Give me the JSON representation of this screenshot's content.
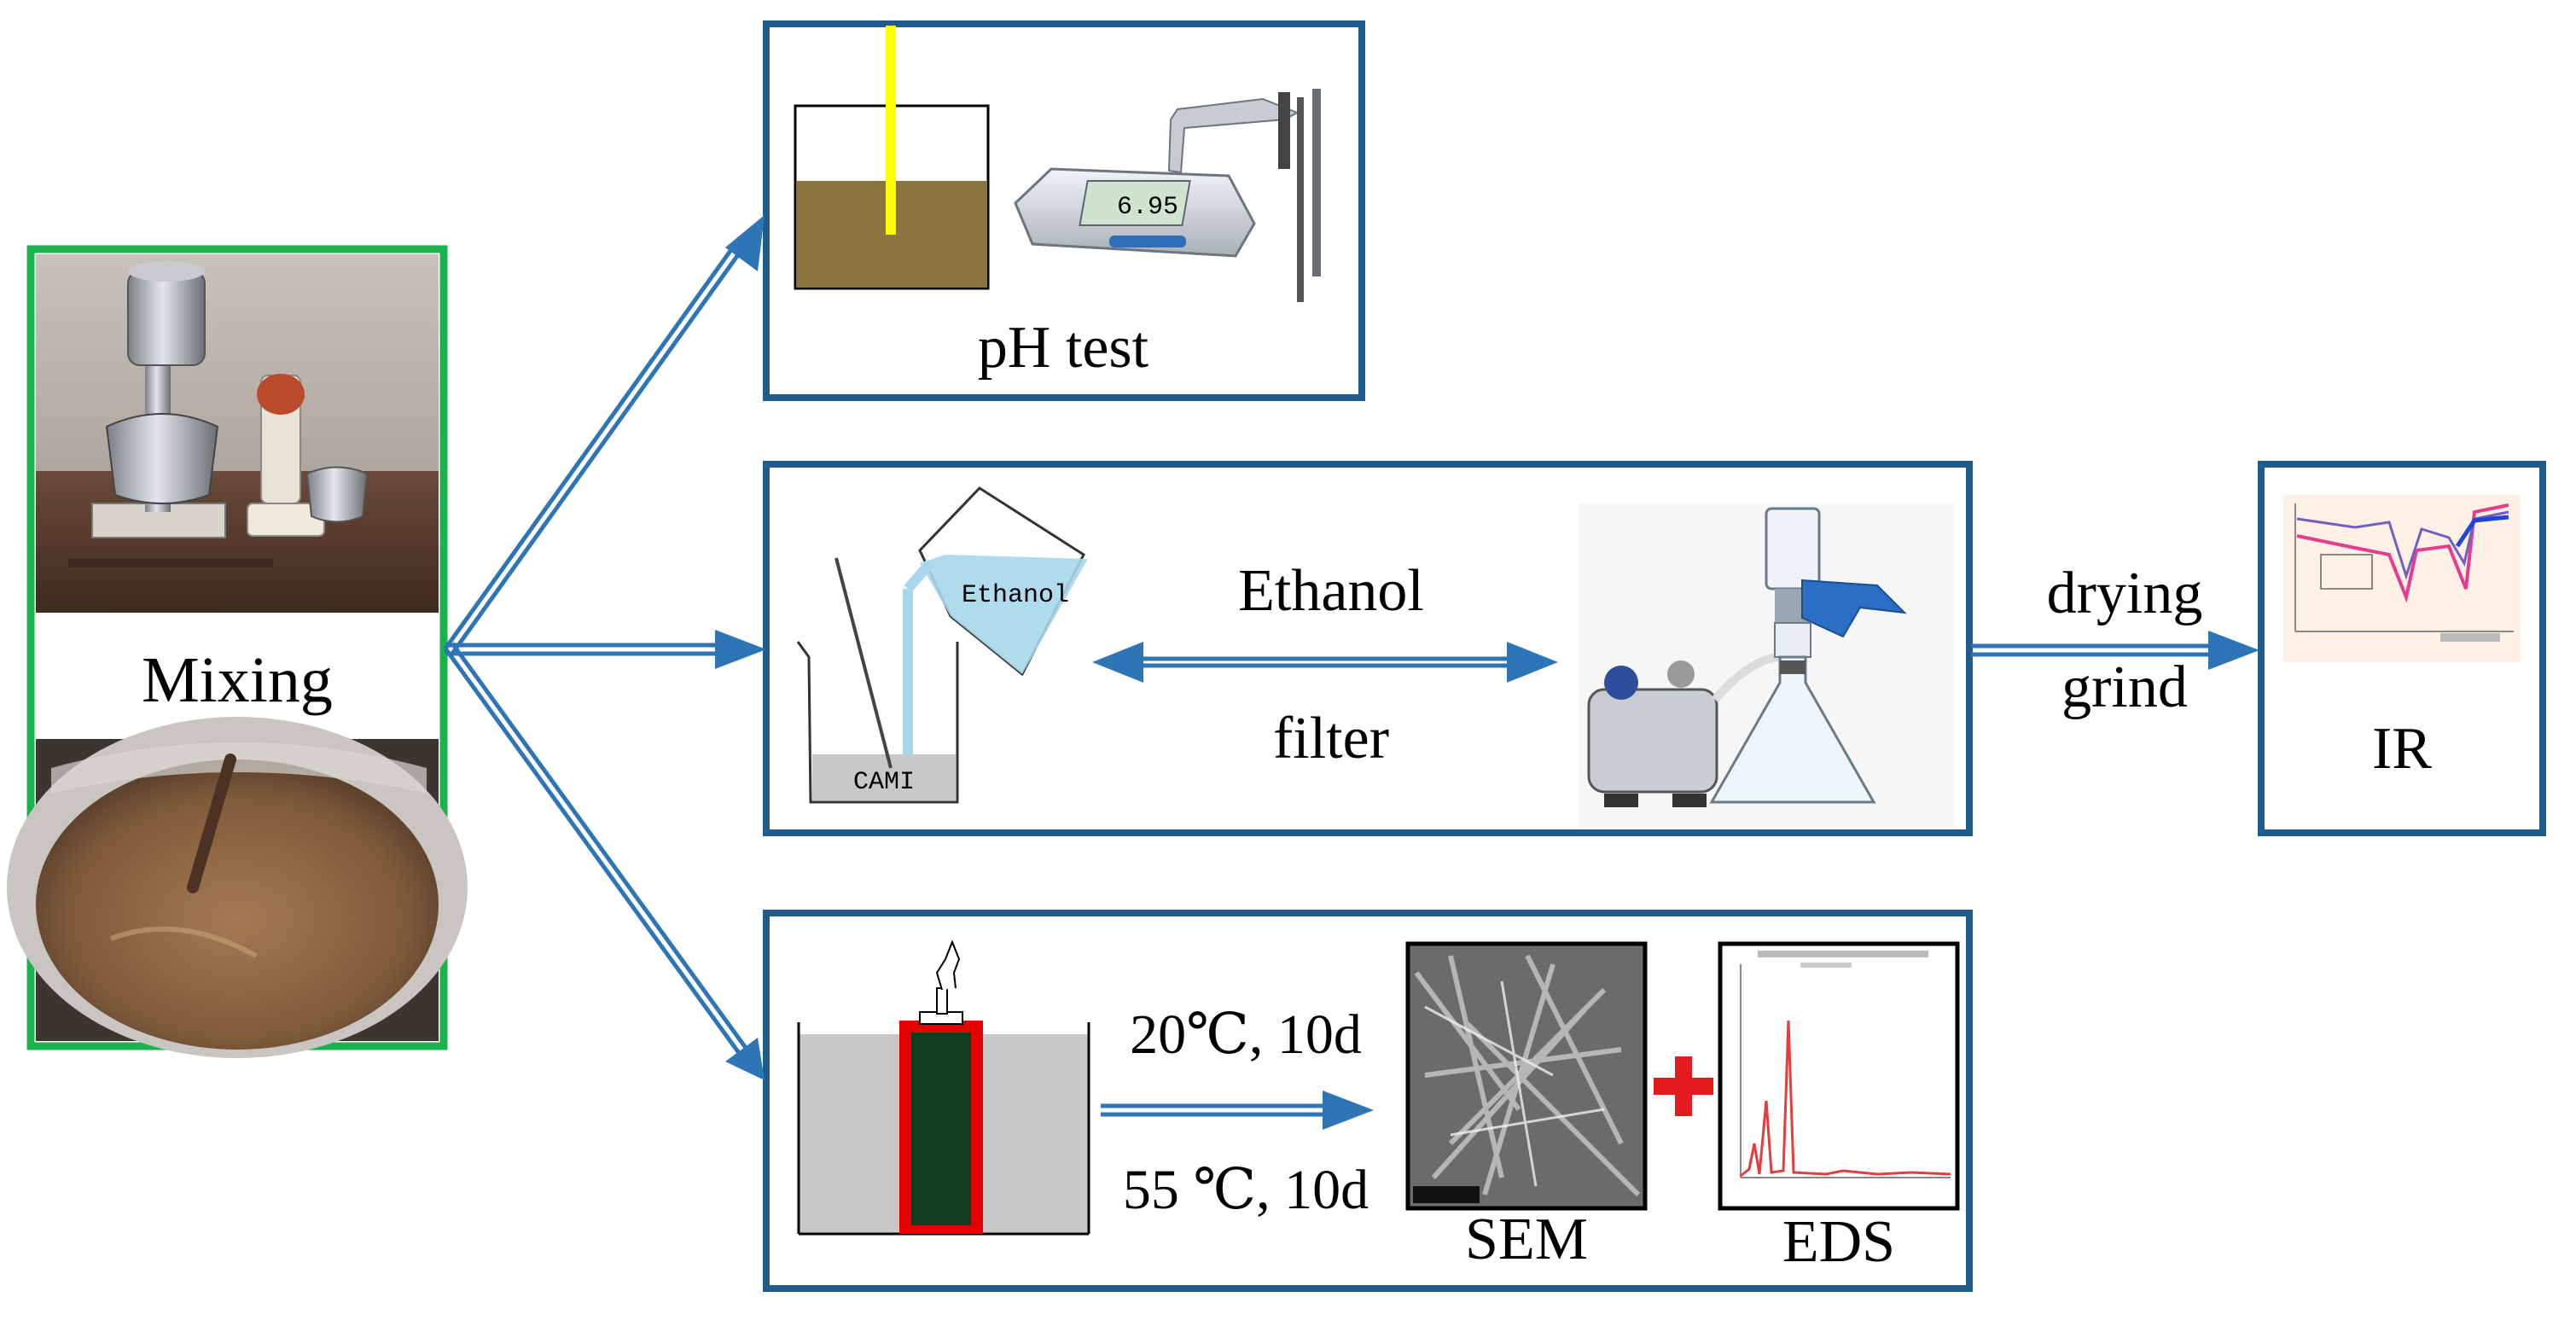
{
  "mixing": {
    "label": "Mixing"
  },
  "ph": {
    "label": "pH test",
    "meter_reading": "6.95"
  },
  "filtration": {
    "beaker_label": "CAMI",
    "flask_label": "Ethanol",
    "line1": "Ethanol",
    "line2": "filter"
  },
  "drying": {
    "line1": "drying",
    "line2": "grind"
  },
  "ir": {
    "label": "IR"
  },
  "curing": {
    "line1": "20℃, 10d",
    "line2": "55 ℃, 10d",
    "sem_label": "SEM",
    "eds_label": "EDS"
  },
  "colors": {
    "box_border": "#1f5c8c",
    "mixing_border": "#1ab24a",
    "arrow": "#2e75b6",
    "plus": "#e41a1c",
    "paste": "#8a7440",
    "probe": "#ffff00"
  }
}
